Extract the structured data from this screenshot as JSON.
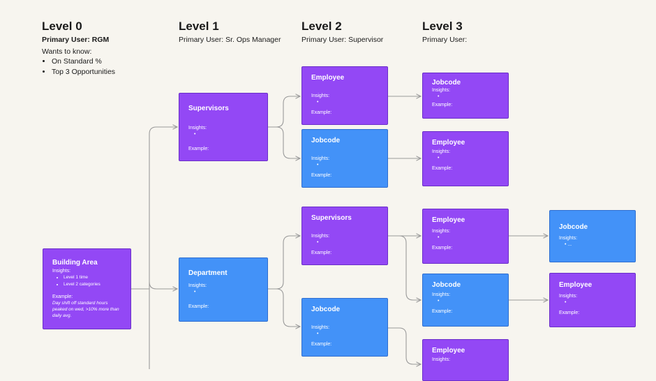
{
  "columns": [
    {
      "title": "Level 0",
      "subtitle": "Primary User: RGM",
      "wants_label": "Wants to know:",
      "wants": [
        "On Standard %",
        "Top 3 Opportunities"
      ]
    },
    {
      "title": "Level 1",
      "subtitle": "Primary User: Sr. Ops Manager"
    },
    {
      "title": "Level 2",
      "subtitle": "Primary User: Supervisor"
    },
    {
      "title": "Level 3",
      "subtitle": "Primary User:"
    }
  ],
  "labels": {
    "insights": "Insights:",
    "example": "Example:",
    "bullet": "•",
    "ellipsis": "• ..."
  },
  "nodes": {
    "building_area": {
      "title": "Building Area",
      "insights": [
        "Level 1 time",
        "Level 2 categories"
      ],
      "example": "Day shift off standard hours peaked on wed, >10% more than daily avg."
    },
    "l1_supervisors": {
      "title": "Supervisors"
    },
    "l1_department": {
      "title": "Department"
    },
    "l2_employee": {
      "title": "Employee"
    },
    "l2_jobcode_top": {
      "title": "Jobcode"
    },
    "l2_supervisors": {
      "title": "Supervisors"
    },
    "l2_jobcode_bottom": {
      "title": "Jobcode"
    },
    "l3_jobcode_a": {
      "title": "Jobcode"
    },
    "l3_employee_a": {
      "title": "Employee"
    },
    "l3_employee_b": {
      "title": "Employee"
    },
    "l3_jobcode_b": {
      "title": "Jobcode"
    },
    "l3_employee_c": {
      "title": "Employee"
    },
    "l4_jobcode": {
      "title": "Jobcode"
    },
    "l4_employee": {
      "title": "Employee"
    }
  },
  "colors": {
    "purple": "#9348f5",
    "blue": "#4392f8",
    "background": "#f7f5ef",
    "connector": "#9a9a9a"
  }
}
